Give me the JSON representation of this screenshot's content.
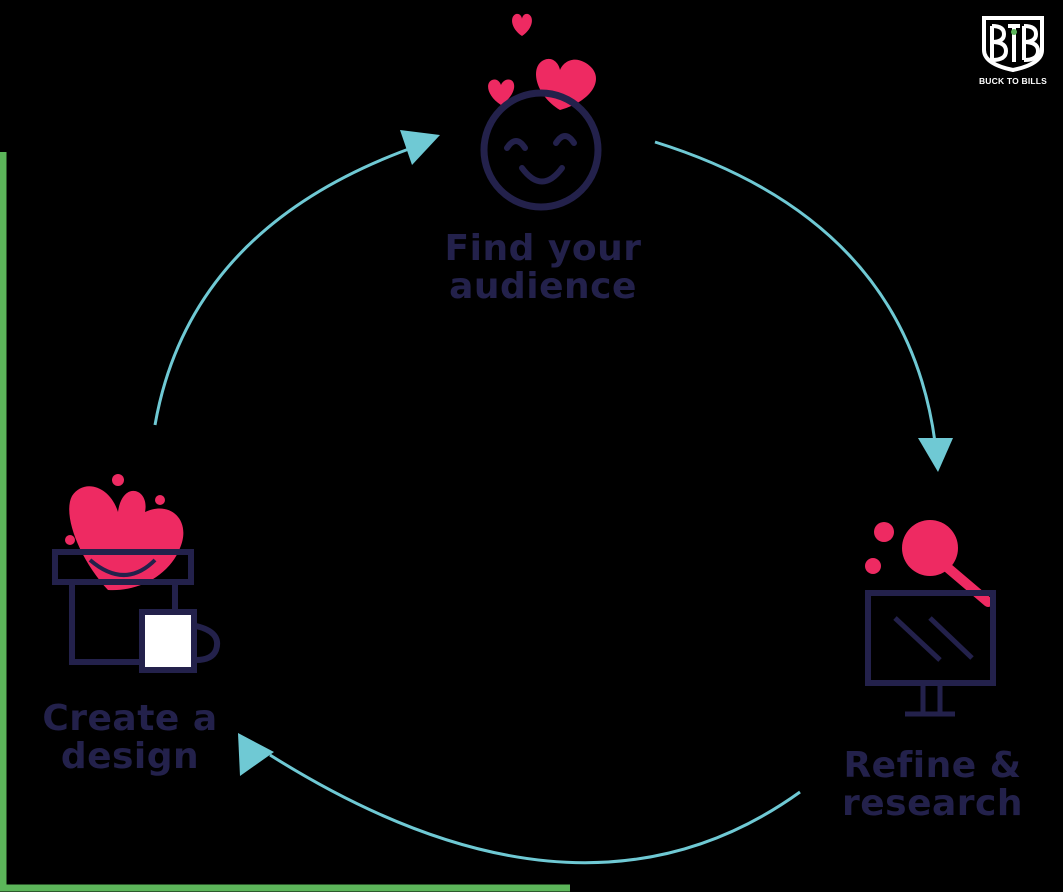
{
  "steps": {
    "find": {
      "line1": "Find your",
      "line2": "audience"
    },
    "create": {
      "line1": "Create a",
      "line2": "design"
    },
    "refine": {
      "line1": "Refine &",
      "line2": "research"
    }
  },
  "brand": {
    "caption": "BUCK TO BILLS"
  },
  "colors": {
    "background": "#000000",
    "text": "#23214b",
    "icon_outline": "#23214b",
    "accent_pink": "#ee2a62",
    "arrow": "#6fc9d4",
    "border_green": "#5cb55a",
    "logo": "#ffffff"
  },
  "icons": {
    "find": "smiley-face-with-hearts-icon",
    "create": "box-with-mug-and-splash-icon",
    "refine": "monitor-with-magnifier-icon",
    "brand": "btb-logo-icon"
  }
}
